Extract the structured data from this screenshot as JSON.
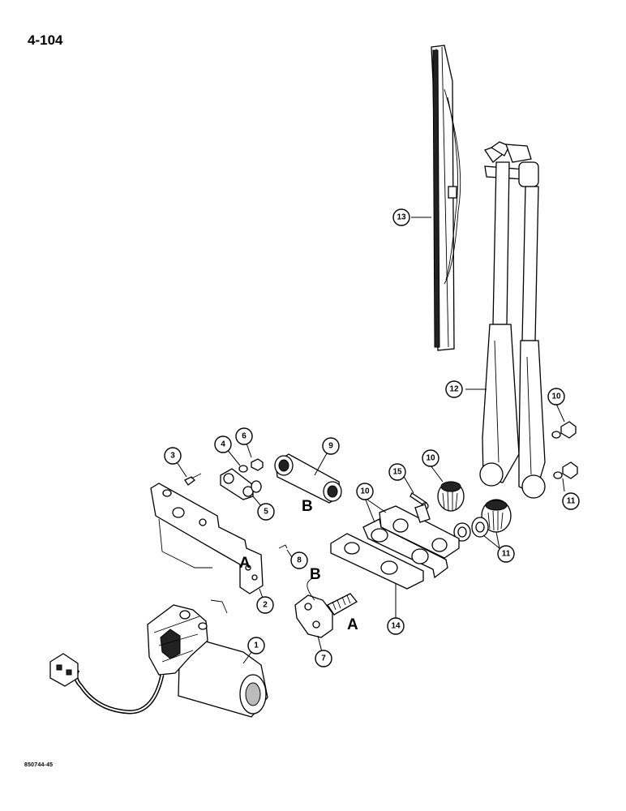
{
  "page_number": "4-104",
  "figure_code": "850744-45",
  "reference_letters": {
    "bracket_a": "A",
    "pivot_a": "A",
    "link_b": "B",
    "pivot_b": "B"
  },
  "callouts": [
    {
      "id": "c1",
      "label": "1"
    },
    {
      "id": "c2",
      "label": "2"
    },
    {
      "id": "c3",
      "label": "3"
    },
    {
      "id": "c4",
      "label": "4"
    },
    {
      "id": "c5",
      "label": "5"
    },
    {
      "id": "c6",
      "label": "6"
    },
    {
      "id": "c7",
      "label": "7"
    },
    {
      "id": "c8",
      "label": "8"
    },
    {
      "id": "c9",
      "label": "9"
    },
    {
      "id": "c10a",
      "label": "10"
    },
    {
      "id": "c10b",
      "label": "10"
    },
    {
      "id": "c10c",
      "label": "10"
    },
    {
      "id": "c11a",
      "label": "11"
    },
    {
      "id": "c11b",
      "label": "11"
    },
    {
      "id": "c12",
      "label": "12"
    },
    {
      "id": "c13",
      "label": "13"
    },
    {
      "id": "c14",
      "label": "14"
    },
    {
      "id": "c15",
      "label": "15"
    }
  ]
}
